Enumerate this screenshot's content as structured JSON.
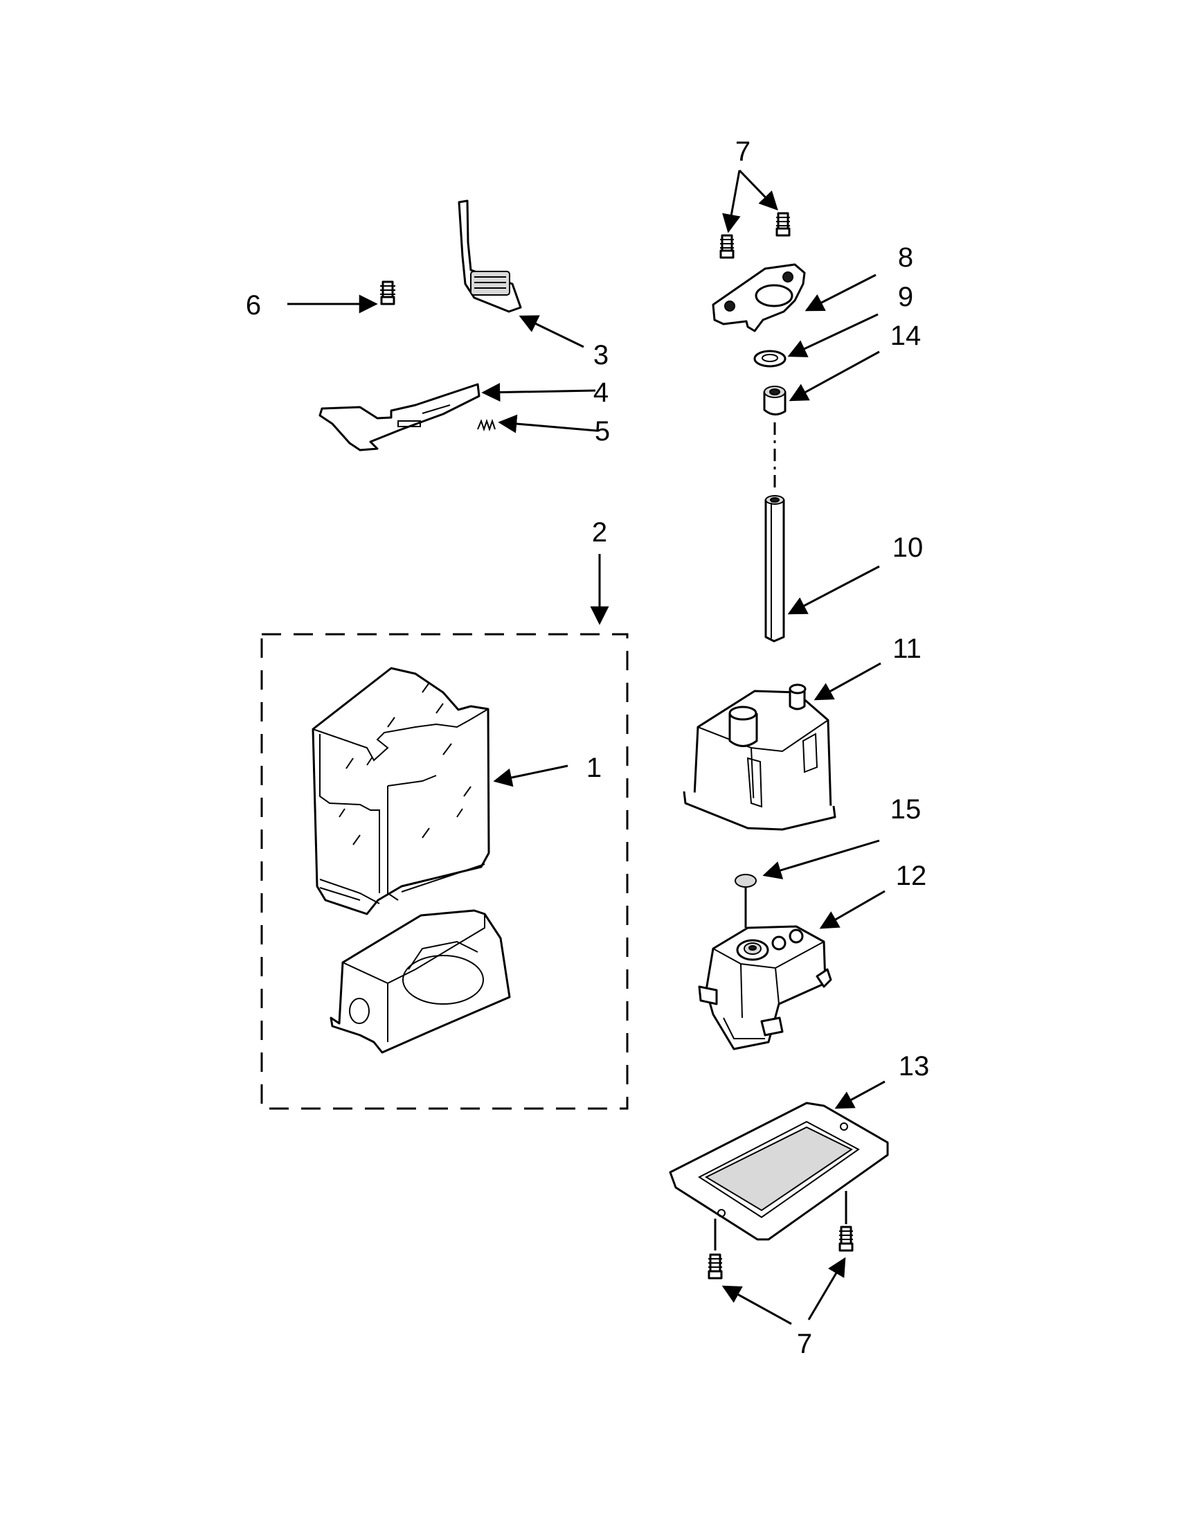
{
  "callouts": {
    "c1": "1",
    "c2": "2",
    "c3": "3",
    "c4": "4",
    "c5": "5",
    "c6": "6",
    "c7_top": "7",
    "c7_bottom": "7",
    "c8": "8",
    "c9": "9",
    "c10": "10",
    "c11": "11",
    "c12": "12",
    "c13": "13",
    "c14": "14",
    "c15": "15"
  }
}
